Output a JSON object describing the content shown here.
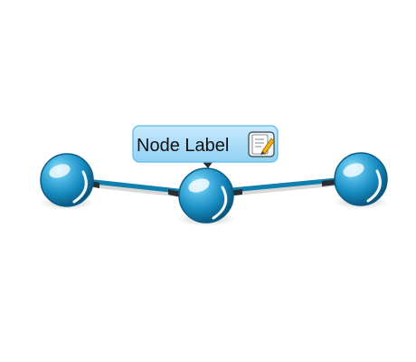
{
  "diagram": {
    "label": {
      "text": "Node Label",
      "icon": "edit-document-icon"
    },
    "nodes": [
      {
        "id": "left",
        "icon": "sphere-node"
      },
      {
        "id": "center",
        "icon": "sphere-node"
      },
      {
        "id": "right",
        "icon": "sphere-node"
      }
    ],
    "edges": [
      {
        "from": "left",
        "to": "center"
      },
      {
        "from": "center",
        "to": "right"
      }
    ],
    "colors": {
      "edge": "#0f7fae",
      "edge_dark": "#2a2f33",
      "node_light": "#7fd6f2",
      "node_mid": "#1d98c8",
      "node_dark": "#0b5d86",
      "label_fill": "#a9dbf6",
      "label_stroke": "#6cc3ea",
      "icon_accent": "#f3b20d"
    }
  }
}
